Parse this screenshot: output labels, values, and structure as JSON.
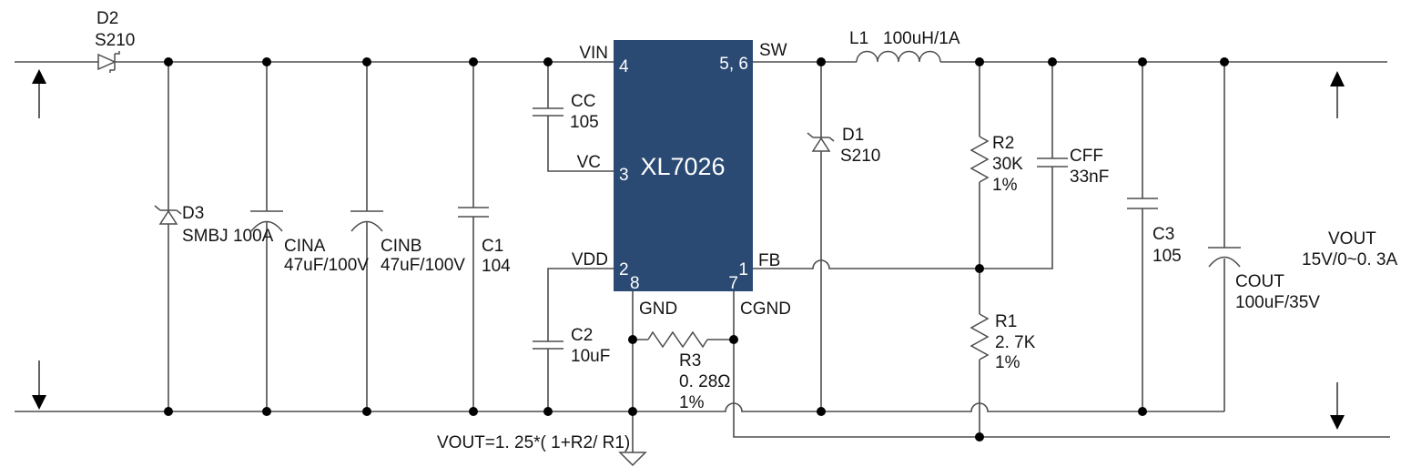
{
  "schematic": {
    "ic": {
      "part": "XL7026",
      "pins": {
        "vin": {
          "label": "VIN",
          "number": "4"
        },
        "sw": {
          "label": "SW",
          "number": "5, 6"
        },
        "vc": {
          "label": "VC",
          "number": "3"
        },
        "vdd": {
          "label": "VDD",
          "number": "2"
        },
        "gnd": {
          "label": "GND",
          "number": "8"
        },
        "fb": {
          "label": "FB",
          "number": "1"
        },
        "cgnd": {
          "label": "CGND",
          "number": "7"
        }
      }
    },
    "components": {
      "d2": {
        "ref": "D2",
        "value": "S210"
      },
      "d3": {
        "ref": "D3",
        "value": "SMBJ 100A"
      },
      "d1": {
        "ref": "D1",
        "value": "S210"
      },
      "cina": {
        "ref": "CINA",
        "value": "47uF/100V"
      },
      "cinb": {
        "ref": "CINB",
        "value": "47uF/100V"
      },
      "c1": {
        "ref": "C1",
        "value": "104"
      },
      "cc": {
        "ref": "CC",
        "value": "105"
      },
      "c2": {
        "ref": "C2",
        "value": "10uF"
      },
      "c3": {
        "ref": "C3",
        "value": "105"
      },
      "cff": {
        "ref": "CFF",
        "value": "33nF"
      },
      "cout": {
        "ref": "COUT",
        "value": "100uF/35V"
      },
      "l1": {
        "ref": "L1",
        "value": "100uH/1A"
      },
      "r1": {
        "ref": "R1",
        "value": "2. 7K",
        "tolerance": "1%"
      },
      "r2": {
        "ref": "R2",
        "value": "30K",
        "tolerance": "1%"
      },
      "r3": {
        "ref": "R3",
        "value": "0. 28Ω",
        "tolerance": "1%"
      }
    },
    "output": {
      "name": "VOUT",
      "rating": "15V/0~0. 3A"
    },
    "formula": "VOUT=1. 25*( 1+R2/ R1)",
    "colors": {
      "ic_fill": "#2a4a73",
      "wire": "#4d4d4d",
      "text": "#141414"
    }
  }
}
